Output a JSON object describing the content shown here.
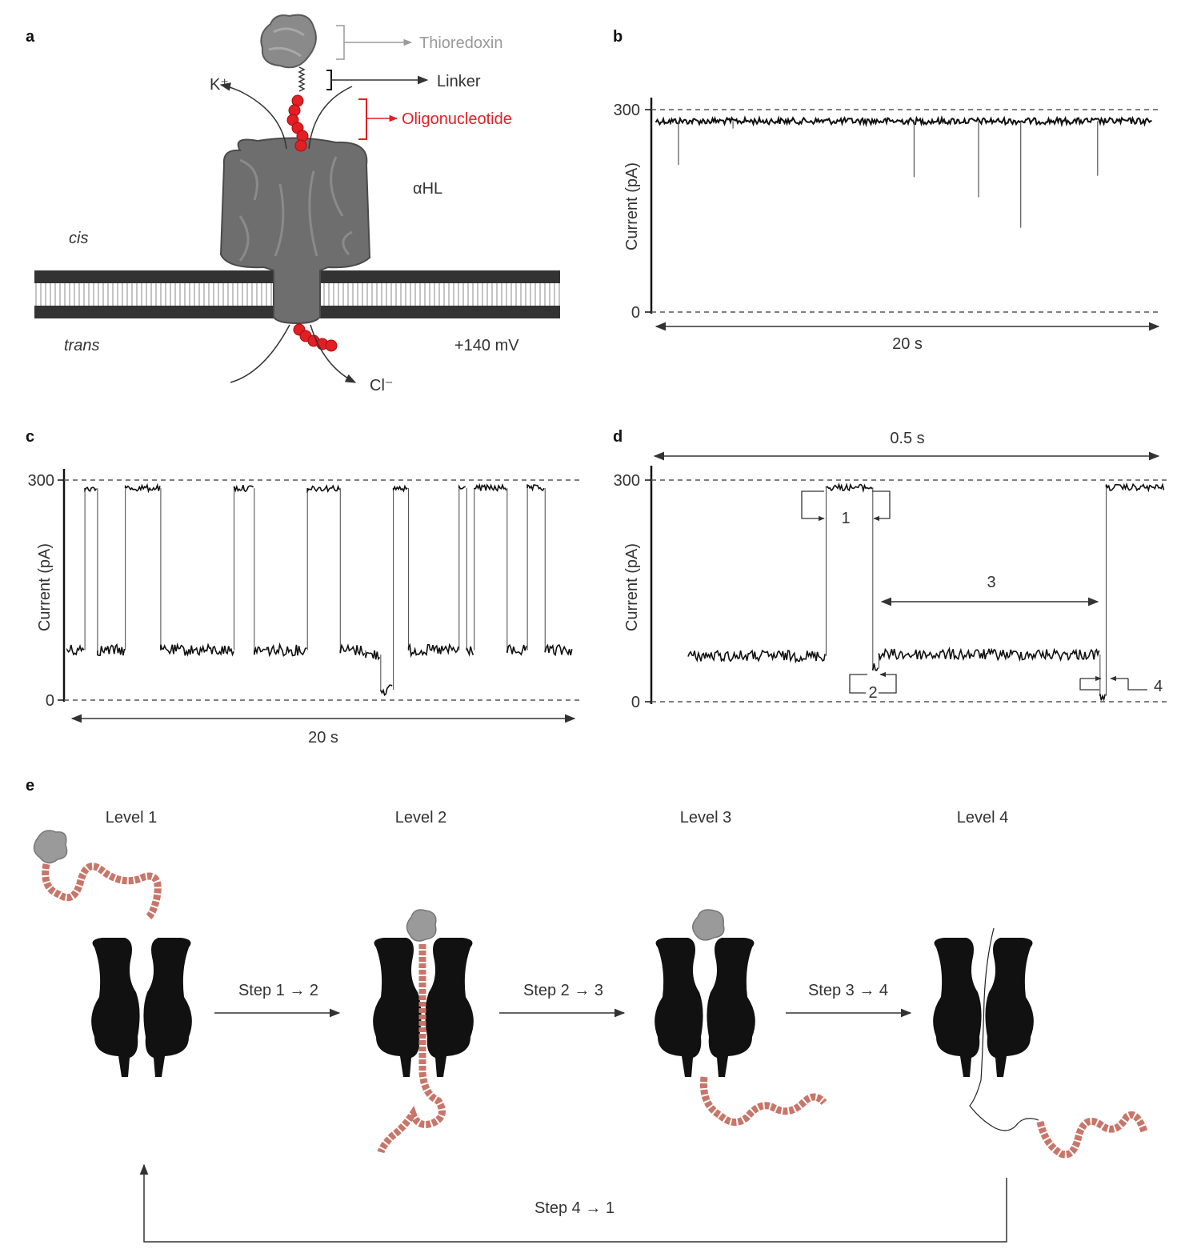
{
  "colors": {
    "oligo": "#e31e24",
    "thioredoxin_text": "#9a9a9a",
    "protein": "#6e6e6e",
    "membrane": "#333333",
    "chain": "#c8766a",
    "dark": "#111111"
  },
  "panel_a": {
    "label": "a",
    "thioredoxin": "Thioredoxin",
    "linker": "Linker",
    "oligonucleotide": "Oligonucleotide",
    "pore": "αHL",
    "cis": "cis",
    "trans": "trans",
    "voltage": "+140 mV",
    "k_ion": "K⁺",
    "cl_ion": "Cl⁻"
  },
  "panel_b": {
    "label": "b",
    "ylabel": "Current (pA)",
    "tick_300": "300",
    "tick_0": "0",
    "span": "20 s"
  },
  "panel_c": {
    "label": "c",
    "ylabel": "Current (pA)",
    "tick_300": "300",
    "tick_0": "0",
    "span": "20 s"
  },
  "panel_d": {
    "label": "d",
    "ylabel": "Current (pA)",
    "tick_300": "300",
    "tick_0": "0",
    "span": "0.5 s",
    "mark_1": "1",
    "mark_2": "2",
    "mark_3": "3",
    "mark_4": "4"
  },
  "panel_e": {
    "label": "e",
    "level_1": "Level 1",
    "level_2": "Level 2",
    "level_3": "Level 3",
    "level_4": "Level 4",
    "step_1_2": "Step 1 → 2",
    "step_2_3": "Step 2 → 3",
    "step_3_4": "Step 3 → 4",
    "step_4_1": "Step 4 → 1"
  },
  "chart_data": [
    {
      "type": "line",
      "panel": "b",
      "ylabel": "Current (pA)",
      "ylim": [
        0,
        300
      ],
      "yticks": [
        0,
        300
      ],
      "xspan_label": "20 s",
      "x_unit": "s",
      "xlim": [
        0,
        20
      ],
      "reference_lines": [
        300,
        0
      ],
      "baseline_level": 283,
      "spikes": [
        {
          "x": 0.9,
          "y": 218
        },
        {
          "x": 3.1,
          "y": 272
        },
        {
          "x": 10.4,
          "y": 200
        },
        {
          "x": 13.0,
          "y": 170
        },
        {
          "x": 14.7,
          "y": 125
        },
        {
          "x": 17.8,
          "y": 202
        }
      ]
    },
    {
      "type": "line",
      "panel": "c",
      "ylabel": "Current (pA)",
      "ylim": [
        0,
        300
      ],
      "yticks": [
        0,
        300
      ],
      "xspan_label": "20 s",
      "x_unit": "s",
      "xlim": [
        0,
        20
      ],
      "reference_lines": [
        300,
        0
      ],
      "segments": [
        {
          "x0": 0.0,
          "x1": 0.7,
          "y": 68
        },
        {
          "x0": 0.7,
          "x1": 1.2,
          "y": 289
        },
        {
          "x0": 1.2,
          "x1": 2.3,
          "y": 68
        },
        {
          "x0": 2.3,
          "x1": 3.7,
          "y": 289
        },
        {
          "x0": 3.7,
          "x1": 6.6,
          "y": 68
        },
        {
          "x0": 6.6,
          "x1": 7.4,
          "y": 289
        },
        {
          "x0": 7.4,
          "x1": 7.9,
          "y": 68
        },
        {
          "x0": 7.9,
          "x1": 9.5,
          "y": 68
        },
        {
          "x0": 9.5,
          "x1": 10.8,
          "y": 289
        },
        {
          "x0": 10.8,
          "x1": 11.8,
          "y": 68
        },
        {
          "x0": 11.8,
          "x1": 12.4,
          "y": 62
        },
        {
          "x0": 12.4,
          "x1": 12.9,
          "y": 14
        },
        {
          "x0": 12.9,
          "x1": 13.5,
          "y": 289
        },
        {
          "x0": 13.5,
          "x1": 15.5,
          "y": 68
        },
        {
          "x0": 15.5,
          "x1": 15.8,
          "y": 289
        },
        {
          "x0": 15.8,
          "x1": 16.1,
          "y": 68
        },
        {
          "x0": 16.1,
          "x1": 17.4,
          "y": 289
        },
        {
          "x0": 17.4,
          "x1": 18.2,
          "y": 68
        },
        {
          "x0": 18.2,
          "x1": 18.9,
          "y": 289
        },
        {
          "x0": 18.9,
          "x1": 20.0,
          "y": 68
        }
      ]
    },
    {
      "type": "line",
      "panel": "d",
      "ylabel": "Current (pA)",
      "ylim": [
        0,
        300
      ],
      "yticks": [
        0,
        300
      ],
      "xspan_label": "0.5 s",
      "x_unit": "s",
      "xlim": [
        0,
        0.5
      ],
      "reference_lines": [
        300,
        0
      ],
      "segments": [
        {
          "x0": 0.03,
          "x1": 0.166,
          "y": 62
        },
        {
          "x0": 0.166,
          "x1": 0.212,
          "y": 290
        },
        {
          "x0": 0.212,
          "x1": 0.218,
          "y": 45
        },
        {
          "x0": 0.218,
          "x1": 0.436,
          "y": 64
        },
        {
          "x0": 0.436,
          "x1": 0.442,
          "y": 8
        },
        {
          "x0": 0.442,
          "x1": 0.5,
          "y": 290
        }
      ],
      "annotations": [
        "1",
        "2",
        "3",
        "4"
      ]
    }
  ]
}
